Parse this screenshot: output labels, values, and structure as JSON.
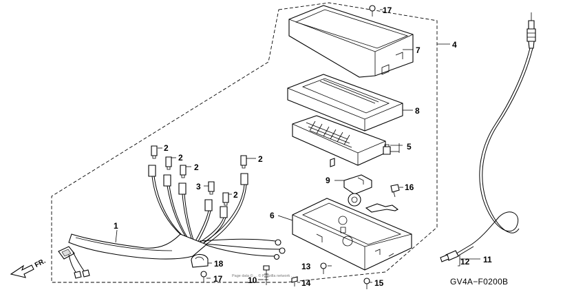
{
  "diagram": {
    "drawing_code": "GV4A−F0200B",
    "direction_label": "FR.",
    "copyright_watermark": "Page data © ... © Partzilla network ..."
  },
  "callouts": [
    {
      "id": "callout-1",
      "text": "1"
    },
    {
      "id": "callout-2a",
      "text": "2"
    },
    {
      "id": "callout-2b",
      "text": "2"
    },
    {
      "id": "callout-2c",
      "text": "2"
    },
    {
      "id": "callout-2d",
      "text": "2"
    },
    {
      "id": "callout-2e",
      "text": "2"
    },
    {
      "id": "callout-3",
      "text": "3"
    },
    {
      "id": "callout-4",
      "text": "4"
    },
    {
      "id": "callout-5",
      "text": "5"
    },
    {
      "id": "callout-6",
      "text": "6"
    },
    {
      "id": "callout-7",
      "text": "7"
    },
    {
      "id": "callout-8",
      "text": "8"
    },
    {
      "id": "callout-9",
      "text": "9"
    },
    {
      "id": "callout-10",
      "text": "10"
    },
    {
      "id": "callout-11",
      "text": "11"
    },
    {
      "id": "callout-12",
      "text": "12"
    },
    {
      "id": "callout-13",
      "text": "13"
    },
    {
      "id": "callout-14",
      "text": "14"
    },
    {
      "id": "callout-15",
      "text": "15"
    },
    {
      "id": "callout-16",
      "text": "16"
    },
    {
      "id": "callout-17a",
      "text": "17"
    },
    {
      "id": "callout-17b",
      "text": "17"
    },
    {
      "id": "callout-18",
      "text": "18"
    }
  ]
}
